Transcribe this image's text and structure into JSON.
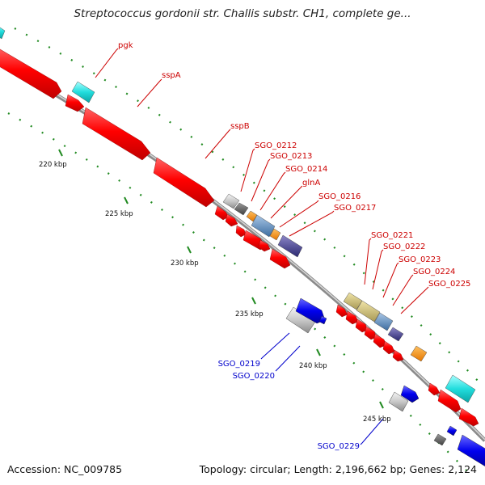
{
  "title": "Streptococcus gordonii str. Challis substr. CH1, complete ge...",
  "accession": "Accession: NC_009785",
  "summary": "Topology: circular; Length: 2,196,662 bp; Genes: 2,124",
  "ticks": [
    "220 kbp",
    "225 kbp",
    "230 kbp",
    "235 kbp",
    "240 kbp",
    "245 kbp"
  ],
  "genes_forward": [
    "pgk",
    "sspA",
    "sspB",
    "SGO_0212",
    "SGO_0213",
    "SGO_0214",
    "glnA",
    "SGO_0216",
    "SGO_0217",
    "SGO_0221",
    "SGO_0222",
    "SGO_0223",
    "SGO_0224",
    "SGO_0225"
  ],
  "genes_reverse": [
    "SGO_0219",
    "SGO_0220",
    "SGO_0229"
  ],
  "colors": {
    "cds": "#ff0000",
    "label_forward": "#cc0000",
    "label_reverse": "#0000cc",
    "backbone": "#999999",
    "gc_dots": "#228b22",
    "trna": "#00cccc",
    "reverse_feature": "#0000ee"
  }
}
